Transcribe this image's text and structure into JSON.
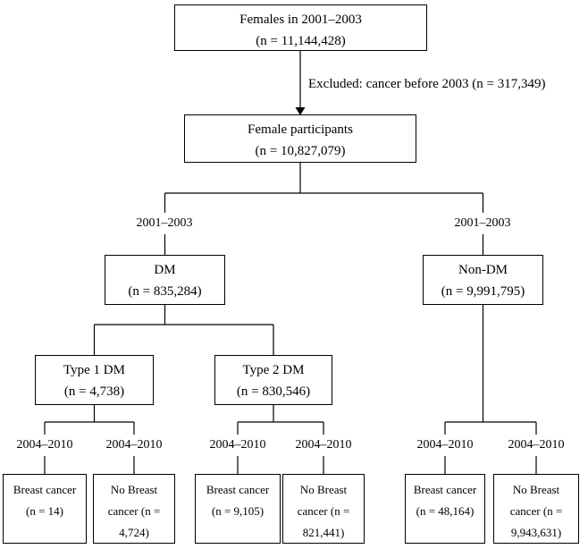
{
  "nodes": {
    "females": {
      "line1": "Females in 2001–2003",
      "line2": "(n = 11,144,428)"
    },
    "excluded_note": "Excluded: cancer before 2003 (n = 317,349)",
    "participants": {
      "line1": "Female participants",
      "line2": "(n = 10,827,079)"
    },
    "period_left": "2001–2003",
    "period_right": "2001–2003",
    "dm": {
      "line1": "DM",
      "line2": "(n = 835,284)"
    },
    "non_dm": {
      "line1": "Non-DM",
      "line2": "(n = 9,991,795)"
    },
    "type1": {
      "line1": "Type 1 DM",
      "line2": "(n = 4,738)"
    },
    "type2": {
      "line1": "Type 2 DM",
      "line2": "(n = 830,546)"
    },
    "followup": [
      "2004–2010",
      "2004–2010",
      "2004–2010",
      "2004–2010",
      "2004–2010",
      "2004–2010"
    ],
    "outcomes": [
      {
        "lines": [
          "Breast cancer",
          "(n = 14)"
        ]
      },
      {
        "lines": [
          "No Breast",
          "cancer (n =",
          "4,724)"
        ]
      },
      {
        "lines": [
          "Breast cancer",
          "(n = 9,105)"
        ]
      },
      {
        "lines": [
          "No Breast",
          "cancer (n =",
          "821,441)"
        ]
      },
      {
        "lines": [
          "Breast cancer",
          "(n = 48,164)"
        ]
      },
      {
        "lines": [
          "No Breast",
          "cancer (n =",
          "9,943,631)"
        ]
      }
    ]
  },
  "colors": {
    "background": "#ffffff",
    "line": "#000000",
    "box_border": "#000000",
    "text": "#000000"
  }
}
